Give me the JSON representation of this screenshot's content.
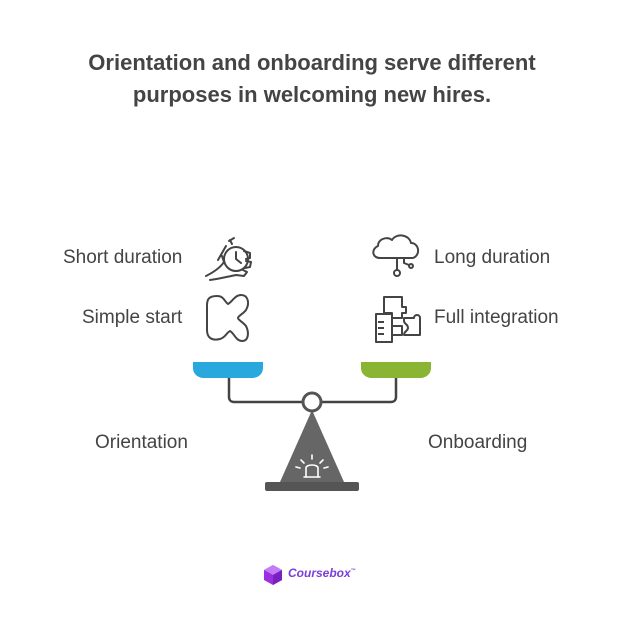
{
  "title": {
    "line1": "Orientation and onboarding serve different",
    "line2": "purposes in welcoming new hires."
  },
  "left": {
    "item1": "Short duration",
    "item2": "Simple start",
    "category": "Orientation",
    "pan_color": "#29a8dd"
  },
  "right": {
    "item1": "Long duration",
    "item2": "Full integration",
    "category": "Onboarding",
    "pan_color": "#8ab534"
  },
  "logo": {
    "text": "Coursebox",
    "mark": "™",
    "color": "#9b30e0"
  },
  "icons": {
    "left1": "stopwatch-hand-icon",
    "left2": "simple-shape-icon",
    "right1": "cloud-connection-icon",
    "right2": "puzzle-building-icon"
  }
}
